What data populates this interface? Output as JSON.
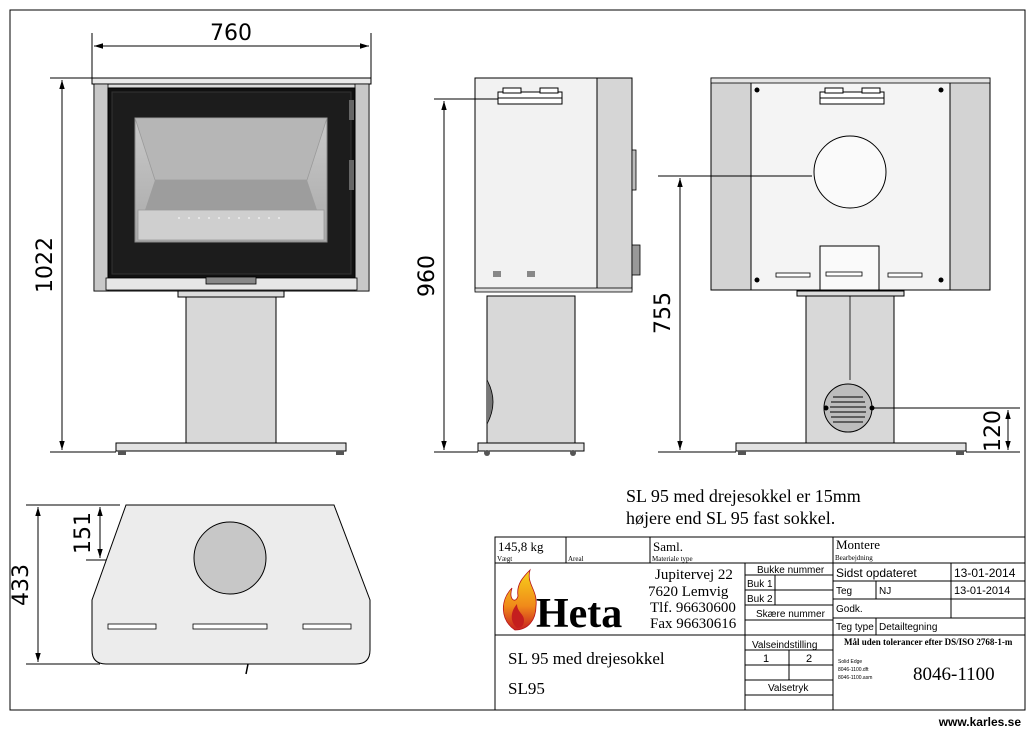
{
  "dimensions": {
    "width_top": "760",
    "height_front": "1022",
    "height_side": "960",
    "height_rear": "755",
    "height_vent": "120",
    "height_plan": "433",
    "depth_pipe": "151"
  },
  "note": {
    "line1": "SL 95 med drejesokkel er 15mm",
    "line2": "højere end SL 95 fast sokkel."
  },
  "title_block": {
    "weight_value": "145,8 kg",
    "weight_label": "Vægt",
    "area_label": "Areal",
    "material_value": "Saml.",
    "material_label": "Materiale type",
    "processing_value": "Montere",
    "processing_label": "Bearbejdning",
    "updated_label": "Sidst opdateret",
    "updated_date": "13-01-2014",
    "drawn_label": "Teg",
    "drawn_by": "NJ",
    "drawn_date": "13-01-2014",
    "approved_label": "Godk.",
    "drawing_type_label": "Teg type",
    "drawing_type_value": "Detailtegning",
    "tolerance_note": "Mål uden tolerancer efter DS/ISO 2768-1-m",
    "file1": "Solid Edge",
    "file2": "8046-1100.dft",
    "file3": "8046-1100.asm",
    "drawing_number": "8046-1100",
    "address_line1": "Jupitervej 22",
    "address_line2": "7620 Lemvig",
    "address_line3": "Tlf. 96630600",
    "address_line4": "Fax 96630616",
    "bend_number_label": "Bukke nummer",
    "bend1_label": "Buk 1",
    "bend2_label": "Buk 2",
    "cut_number_label": "Skære nummer",
    "roll_setting_label": "Valseindstilling",
    "roll_1": "1",
    "roll_2": "2",
    "roll_press_label": "Valsetryk",
    "product_title": "SL 95 med drejesokkel",
    "product_code": "SL95",
    "brand": "Heta"
  },
  "watermark": "www.karles.se"
}
